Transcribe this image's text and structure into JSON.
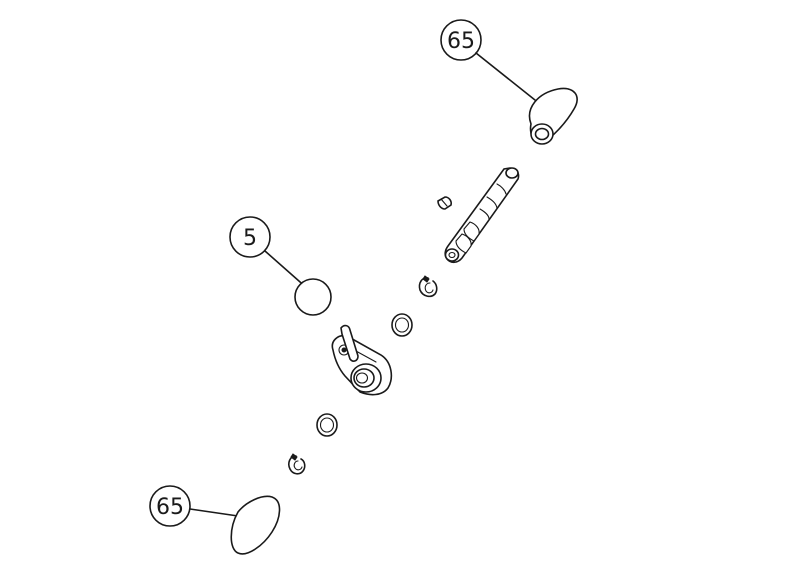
{
  "callouts": [
    {
      "id": "top-right",
      "label": "65"
    },
    {
      "id": "middle-left",
      "label": "5"
    },
    {
      "id": "bottom-left",
      "label": "65"
    }
  ],
  "colors": {
    "line": "#1a1a1a",
    "background": "#ffffff"
  }
}
